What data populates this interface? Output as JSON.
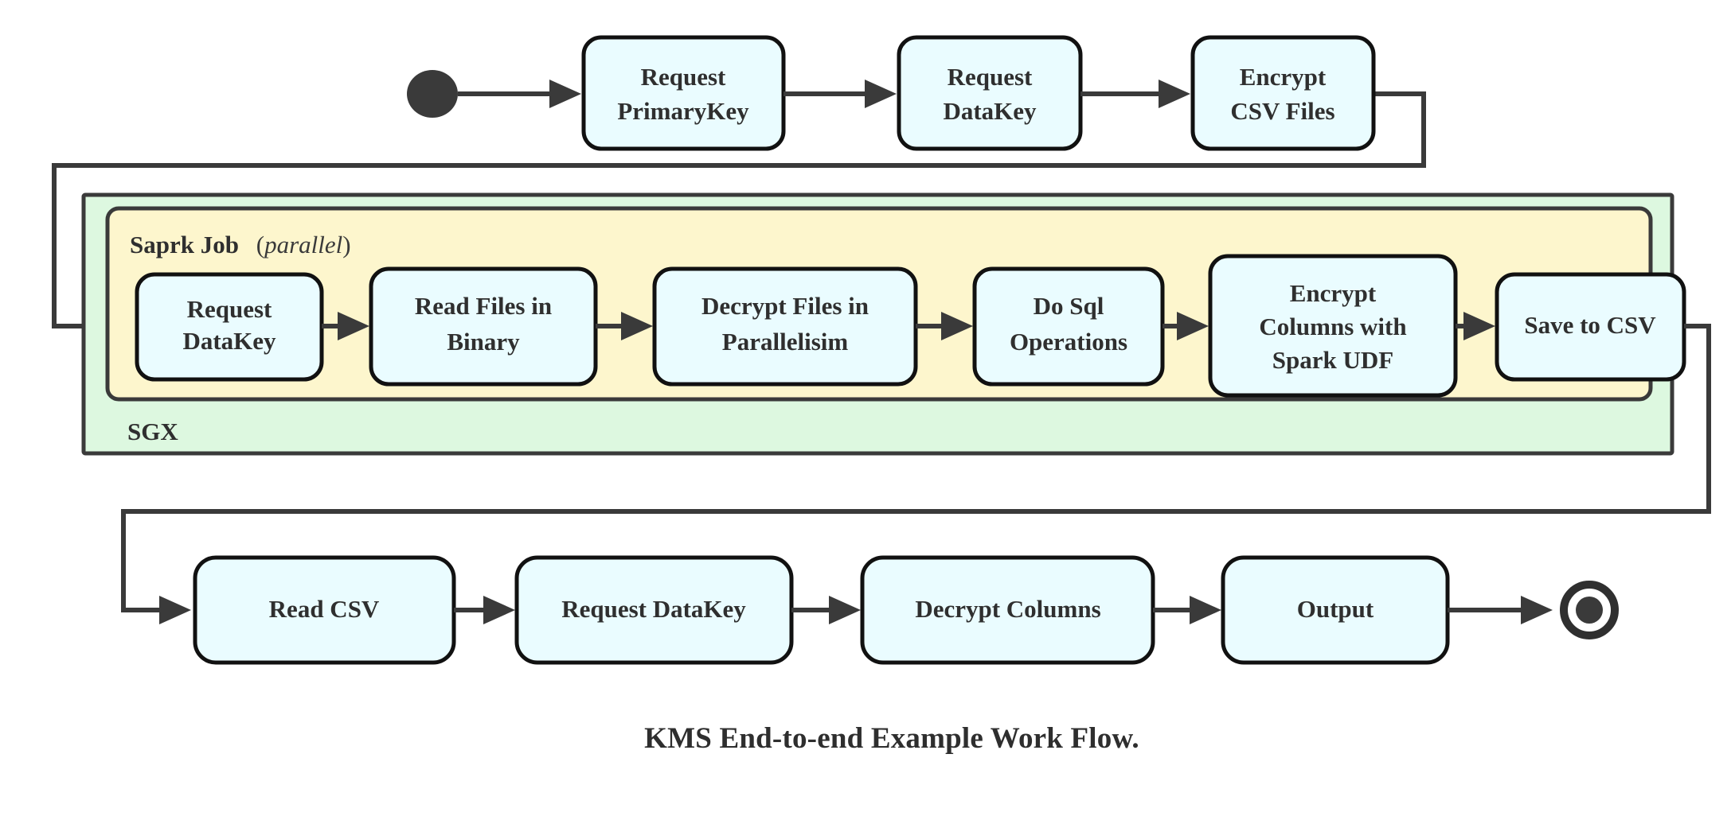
{
  "diagram": {
    "caption": "KMS End-to-end Example Work Flow.",
    "colors": {
      "node_fill": "#eafcff",
      "node_stroke": "#111111",
      "sgx_fill": "#ddf8e0",
      "spark_fill": "#fdf6cd",
      "line": "#3a3a3a",
      "text": "#2f2f2f"
    },
    "markers": {
      "start": "start-node-filled-circle",
      "end": "end-node-bullseye-circle"
    },
    "containers": [
      {
        "id": "sgx",
        "label": "SGX",
        "label_position": "bottom-left",
        "fill": "#ddf8e0"
      },
      {
        "id": "spark-job",
        "label": "Saprk Job",
        "label_suffix_open": "(",
        "label_suffix_italic": "parallel",
        "label_suffix_close": ")",
        "label_position": "top-left",
        "fill": "#fdf6cd"
      }
    ],
    "rows": {
      "top": {
        "name": "preparation-row",
        "nodes": [
          {
            "id": "request-primarykey",
            "line1": "Request",
            "line2": "PrimaryKey"
          },
          {
            "id": "request-datakey-top",
            "line1": "Request",
            "line2": "DataKey"
          },
          {
            "id": "encrypt-csv-files",
            "line1": "Encrypt",
            "line2": "CSV Files"
          }
        ]
      },
      "middle": {
        "name": "spark-job-row",
        "nodes": [
          {
            "id": "request-datakey-spark",
            "line1": "Request",
            "line2": "DataKey"
          },
          {
            "id": "read-files-in-binary",
            "line1": "Read Files in",
            "line2": "Binary"
          },
          {
            "id": "decrypt-files-in-parallelisim",
            "line1": "Decrypt Files in",
            "line2": "Parallelisim"
          },
          {
            "id": "do-sql-operations",
            "line1": "Do Sql",
            "line2": "Operations"
          },
          {
            "id": "encrypt-columns-with-spark-udf",
            "line1": "Encrypt",
            "line2": "Columns with",
            "line3": "Spark UDF"
          },
          {
            "id": "save-to-csv",
            "line1": "Save to CSV"
          }
        ]
      },
      "bottom": {
        "name": "consumption-row",
        "nodes": [
          {
            "id": "read-csv",
            "line1": "Read CSV"
          },
          {
            "id": "request-datakey-bottom",
            "line1": "Request DataKey"
          },
          {
            "id": "decrypt-columns",
            "line1": "Decrypt Columns"
          },
          {
            "id": "output",
            "line1": "Output"
          }
        ]
      }
    }
  }
}
